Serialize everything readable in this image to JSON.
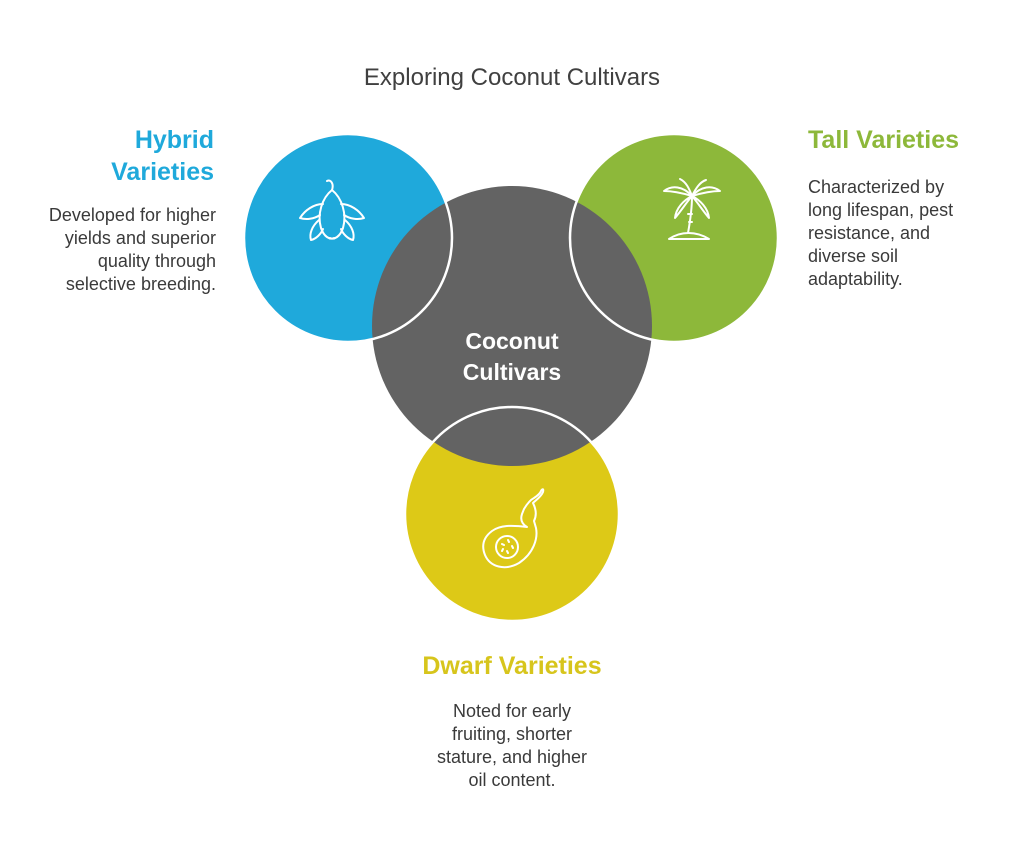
{
  "title": "Exploring Coconut Cultivars",
  "center": {
    "label_line1": "Coconut",
    "label_line2": "Cultivars"
  },
  "colors": {
    "hybrid": "#1fa9db",
    "tall": "#8db83a",
    "dwarf": "#ddc917",
    "center": "#636363"
  },
  "nodes": {
    "hybrid": {
      "heading_line1": "Hybrid",
      "heading_line2": "Varieties",
      "desc_lines": [
        "Developed for higher",
        "yields and superior",
        "quality through",
        "selective breeding."
      ],
      "icon": "banana-bunch-icon"
    },
    "tall": {
      "heading": "Tall Varieties",
      "desc_lines": [
        "Characterized by",
        "long lifespan, pest",
        "resistance, and",
        "diverse soil",
        "adaptability."
      ],
      "icon": "palm-tree-icon"
    },
    "dwarf": {
      "heading": "Dwarf Varieties",
      "desc_lines": [
        "Noted for early",
        "fruiting, shorter",
        "stature, and higher",
        "oil content."
      ],
      "icon": "papaya-icon"
    }
  }
}
